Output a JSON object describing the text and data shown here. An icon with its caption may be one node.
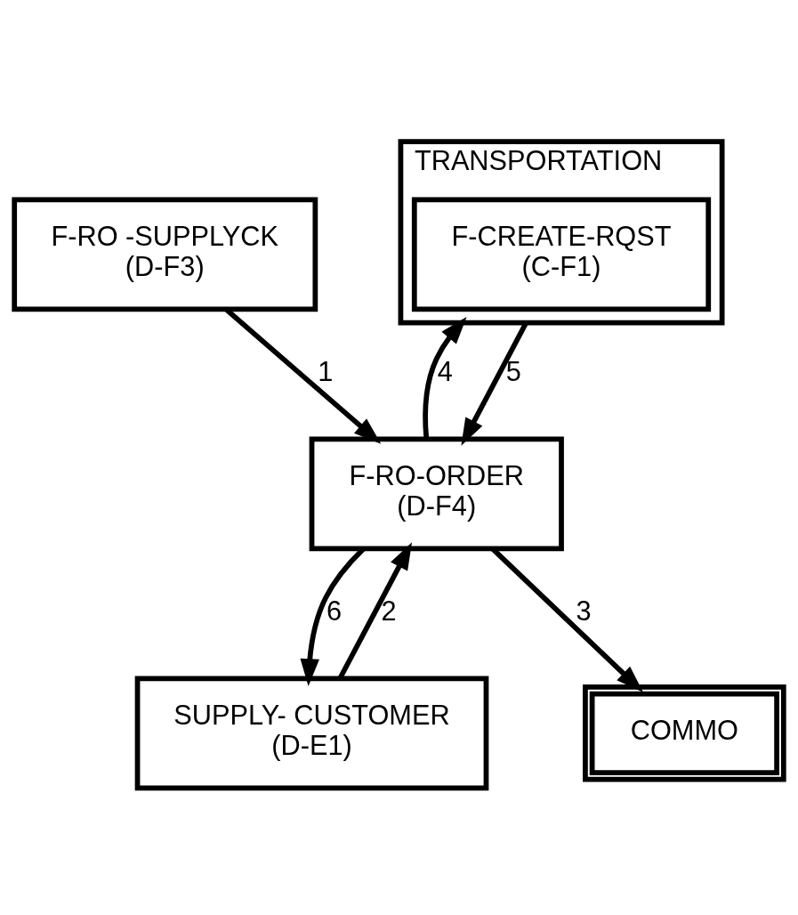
{
  "diagram": {
    "nodes": [
      {
        "text": [
          "F-RO -SUPPLYCK",
          "(D-F3)"
        ]
      },
      {
        "text": [
          "SUPPLY- CUSTOMER",
          "(D-E1)"
        ]
      },
      {
        "text": [
          "F-RO-ORDER",
          "(D-F4)"
        ]
      },
      {
        "text": [
          "COMMO"
        ]
      },
      {
        "text": [
          "TRANSPORTATION"
        ]
      },
      {
        "text": [
          "F-CREATE-RQST",
          "(C-F1)"
        ],
        "in": 4
      }
    ],
    "edges": [
      {
        "from": 0,
        "to": 2,
        "arrow": "to",
        "label": "1"
      },
      {
        "from": 1,
        "to": 2,
        "arrow": "to",
        "label": "2"
      },
      {
        "from": 2,
        "to": 3,
        "arrow": "to",
        "label": "3"
      },
      {
        "from": 2,
        "to": 4,
        "arrow": "to",
        "label": "4"
      },
      {
        "from": 4,
        "to": 2,
        "arrow": "to",
        "label": "5"
      },
      {
        "from": 2,
        "to": 1,
        "arrow": "to",
        "label": "6"
      }
    ]
  }
}
